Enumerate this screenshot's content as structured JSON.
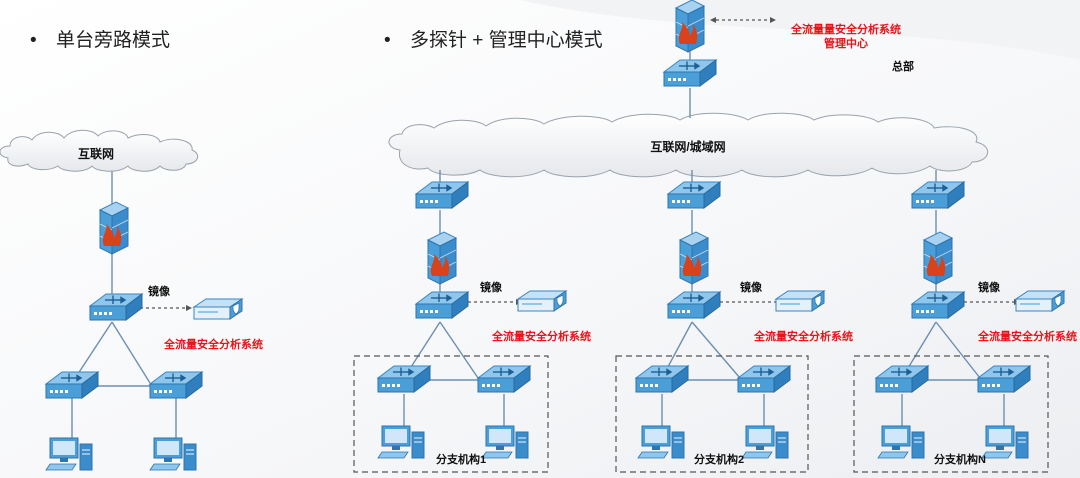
{
  "headings": {
    "single_mode": "单台旁路模式",
    "multi_mode": "多探针 + 管理中心模式",
    "bullet": "•"
  },
  "labels": {
    "internet": "互联网",
    "internet_metro": "互联网/城域网",
    "mirror": "镜像",
    "analysis_system": "全流量安全分析系统",
    "mgmt_system_line1": "全流量量安全分析系统",
    "mgmt_system_line2": "管理中心",
    "headquarters": "总部",
    "branch1": "分支机构1",
    "branch2": "分支机构2",
    "branchN": "分支机构N"
  },
  "colors": {
    "device_blue": "#4a9fd8",
    "device_light": "#d8ecf9",
    "firewall_red": "#d9421b",
    "accent_red": "#e8141b",
    "line": "#6d8fb0"
  },
  "icons": {
    "switch": "network-switch-icon",
    "firewall": "firewall-icon",
    "probe": "probe-device-icon",
    "computer": "computer-icon",
    "cloud": "cloud-icon"
  }
}
